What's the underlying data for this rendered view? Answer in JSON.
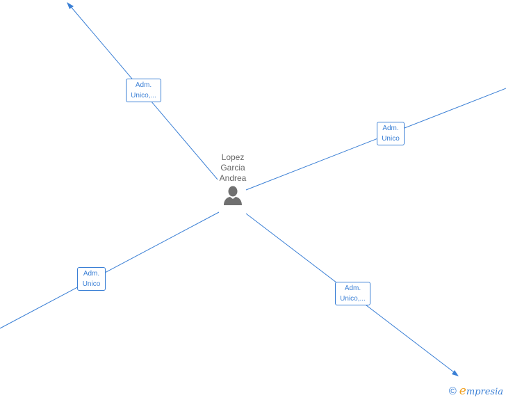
{
  "person": {
    "name_lines": [
      "Lopez",
      "Garcia",
      "Andrea"
    ],
    "icon": "person-silhouette-icon"
  },
  "roles": [
    {
      "id": "top-left",
      "lines": [
        "Adm.",
        "Unico,..."
      ]
    },
    {
      "id": "right",
      "lines": [
        "Adm.",
        "Unico"
      ]
    },
    {
      "id": "bottom-left",
      "lines": [
        "Adm.",
        "Unico"
      ]
    },
    {
      "id": "bottom-right",
      "lines": [
        "Adm.",
        "Unico,..."
      ]
    }
  ],
  "brand": {
    "copyright_symbol": "©",
    "initial": "e",
    "rest": "mpresia"
  },
  "colors": {
    "accent": "#3a7fd5",
    "person_text": "#666666",
    "brand_initial": "#f0a020"
  }
}
